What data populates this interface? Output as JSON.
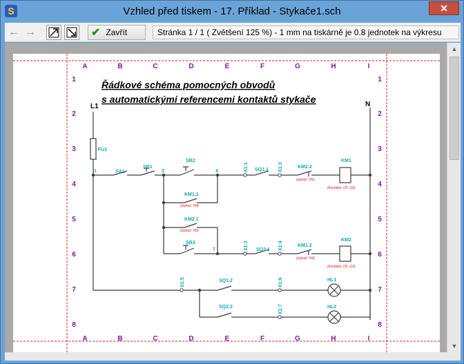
{
  "window": {
    "title": "Vzhled před tiskem - 17. Příklad - Stykače1.sch",
    "app_icon_letter": "S",
    "close_glyph": "✕"
  },
  "toolbar": {
    "back_glyph": "←",
    "forward_glyph": "→",
    "close_label": "Zavřít",
    "status": "Stránka 1 / 1    ( Zvětšení  125 %)  -  1 mm na tiskárně je 0.8 jednotek na výkresu"
  },
  "schematic": {
    "title_line1": "Řádkové schéma pomocných obvodů",
    "title_line2": "s automatickými referencemi kontaktů stykače",
    "columns": [
      "A",
      "B",
      "C",
      "D",
      "E",
      "F",
      "G",
      "H",
      "I"
    ],
    "rows": [
      "1",
      "2",
      "3",
      "4",
      "5",
      "6",
      "7",
      "8"
    ],
    "rail_left": "L1",
    "rail_right": "N",
    "labels": {
      "fu1": "FU1",
      "fa1": "FA1",
      "sb1": "SB1",
      "sb2": "SB2",
      "sb3": "SB3",
      "km1_1": "KM1.1",
      "km2_1": "KM2.1",
      "km1_2": "KM1.2",
      "km2_2": "KM2.2",
      "km1": "KM1",
      "km2": "KM2",
      "sq1_1": "SQ1.1",
      "sq2_1": "SQ2.1",
      "sq1_2": "SQ1.2",
      "sq2_2": "SQ2.2",
      "hl1": "HL1",
      "hl2": "HL2",
      "x1_1": "X1:1",
      "x1_2": "X1:2",
      "x1_3": "X1:3",
      "x1_4": "X1:4",
      "x1_5": "X1:5",
      "x1_6": "X1:6",
      "x1_7": "X1:7",
      "n1": "1",
      "n3": "3",
      "n4": "4",
      "n7": "7"
    },
    "refs": {
      "km1_1": "(stykač: H4)",
      "km2_1": "(stykač: H6)",
      "km2_2": "(stykač: H6)",
      "km1_2": "(stykač: H4)",
      "km1": "(kontakty: D5, G6)",
      "km2": "(kontakty: D5, G4)"
    }
  },
  "colors": {
    "wire": "#3a3a3a",
    "label_cyan": "#12a8a8",
    "ref_red": "#e21a1a",
    "grid_purple": "#7a1aa0",
    "frame_red": "#e01a1a"
  }
}
